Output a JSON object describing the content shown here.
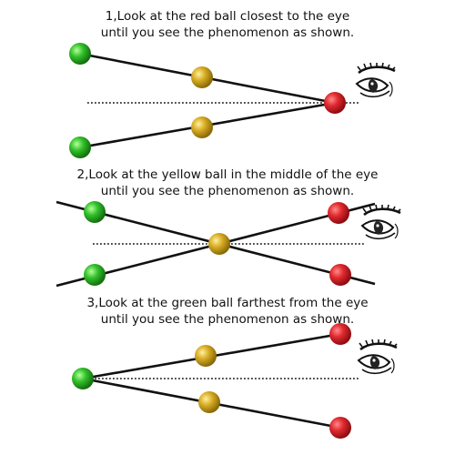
{
  "steps": [
    {
      "line1": "1,Look at the red ball closest to the eye",
      "line2": "until you see the phenomenon as shown."
    },
    {
      "line1": "2,Look at the yellow ball in the middle of the eye",
      "line2": "until you see the phenomenon as shown."
    },
    {
      "line1": "3,Look at the green ball farthest from the eye",
      "line2": "until you see the phenomenon as shown."
    }
  ],
  "colors": {
    "red_ball": "#d9202a",
    "yellow_ball": "#d4aa22",
    "green_ball": "#2fbf2a",
    "string": "#111111",
    "dotted_line": "#111111"
  },
  "icons": [
    "eye-icon",
    "ball",
    "string-line",
    "sight-line"
  ]
}
